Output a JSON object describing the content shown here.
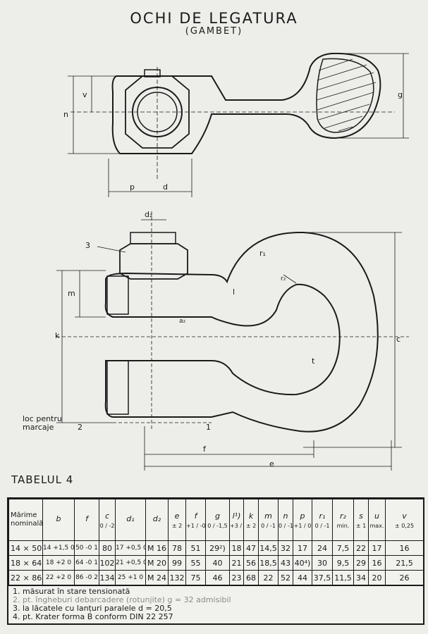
{
  "title": "OCHI DE LEGATURA",
  "subtitle": "(GAMBET)",
  "drawing_labels": {
    "n": "n",
    "v": "v",
    "g": "g",
    "p": "p",
    "d": "d",
    "d2": "d₂",
    "item3": "3",
    "r1": "r₁",
    "r2": "r₂",
    "l": "l",
    "m": "m",
    "k": "k",
    "c": "c",
    "t": "t",
    "a2": "a₂",
    "loc_line1": "loc pentru",
    "loc_line2": "marcaje",
    "item2": "2",
    "item1": "1",
    "f": "f",
    "e": "e"
  },
  "table_title": "TABELUL 4",
  "table": {
    "headers": [
      {
        "label": "Mărime nominală",
        "tol": ""
      },
      {
        "label": "b",
        "tol": ""
      },
      {
        "label": "f",
        "tol": ""
      },
      {
        "label": "c",
        "tol": "0 / -2"
      },
      {
        "label": "d₁",
        "tol": ""
      },
      {
        "label": "d₂",
        "tol": ""
      },
      {
        "label": "e",
        "tol": "± 2"
      },
      {
        "label": "f",
        "tol": "+1 / -0,5"
      },
      {
        "label": "g",
        "tol": "0 / -1,5"
      },
      {
        "label": "l¹)",
        "tol": "+3 / 0"
      },
      {
        "label": "k",
        "tol": "± 2"
      },
      {
        "label": "m",
        "tol": "0 / -1"
      },
      {
        "label": "n",
        "tol": "0 / -1"
      },
      {
        "label": "p",
        "tol": "+1 / 0"
      },
      {
        "label": "r₁",
        "tol": "0 / -1"
      },
      {
        "label": "r₂",
        "tol": "min."
      },
      {
        "label": "s",
        "tol": "± 1"
      },
      {
        "label": "u",
        "tol": "max."
      },
      {
        "label": "v",
        "tol": "± 0,25"
      }
    ],
    "rows": [
      [
        "14 × 50",
        "14 +1,5 0",
        "50 -0 1",
        "80",
        "17 +0,5 0",
        "M 16",
        "78",
        "51",
        "29²)",
        "18",
        "47",
        "14,5",
        "32",
        "17",
        "24",
        "7,5",
        "22",
        "17",
        "16"
      ],
      [
        "18 × 64",
        "18 +2 0",
        "64 -0 1",
        "102",
        "21 +0,5 0",
        "M 20",
        "99",
        "55",
        "40",
        "21",
        "56",
        "18,5",
        "43",
        "40⁴)",
        "30",
        "9,5",
        "29",
        "16",
        "21,5"
      ],
      [
        "22 × 86",
        "22 +2 0",
        "86 -0 2",
        "134",
        "25 +1 0",
        "M 24",
        "132",
        "75",
        "46",
        "23",
        "68",
        "22",
        "52",
        "44",
        "37,5",
        "11,5",
        "34",
        "20",
        "26"
      ]
    ],
    "notes": [
      "1. măsurat în stare tensionată",
      "2. pt. îngheburi debarcadere (rotunjite) g = 32 admisibil",
      "3. la lăcatele cu lanțuri paralele d = 20,5",
      "4. pt. Krater forma B conform DIN 22 257"
    ]
  }
}
